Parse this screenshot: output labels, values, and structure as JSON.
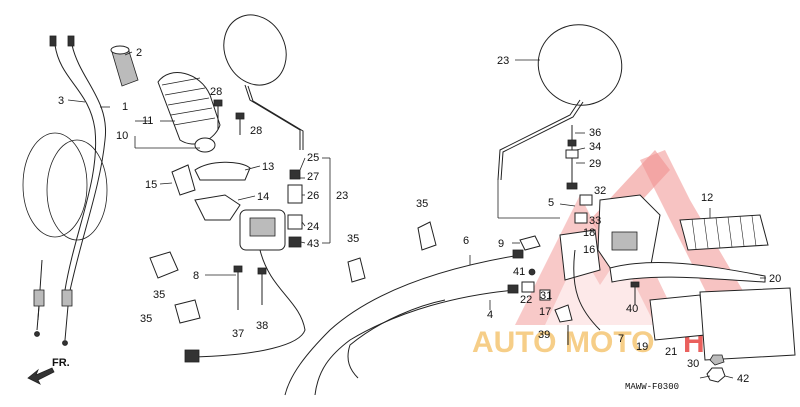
{
  "labels": {
    "p1": "1",
    "p2": "2",
    "p3": "3",
    "p4": "4",
    "p5": "5",
    "p6": "6",
    "p7": "7",
    "p8": "8",
    "p9": "9",
    "p10": "10",
    "p11": "11",
    "p12": "12",
    "p13": "13",
    "p14": "14",
    "p15": "15",
    "p16": "16",
    "p17": "17",
    "p18": "18",
    "p19": "19",
    "p20": "20",
    "p21": "21",
    "p22": "22",
    "p23a": "23",
    "p23b": "23",
    "p24": "24",
    "p25": "25",
    "p26": "26",
    "p27": "27",
    "p28a": "28",
    "p28b": "28",
    "p29": "29",
    "p30": "30",
    "p31": "31",
    "p32": "32",
    "p33": "33",
    "p34": "34",
    "p35a": "35",
    "p35b": "35",
    "p35c": "35",
    "p35d": "35",
    "p36": "36",
    "p37": "37",
    "p38": "38",
    "p39": "39",
    "p40": "40",
    "p41": "41",
    "p42": "42",
    "p43": "43"
  },
  "front_marker": "FR.",
  "diagram_code": "MAWW-F0300",
  "watermark": {
    "text_auto": "AUTO",
    "text_moto": "MOTO",
    "text_hub": "HUB",
    "color_red": "#e53935",
    "color_gold": "#f5c36b"
  }
}
